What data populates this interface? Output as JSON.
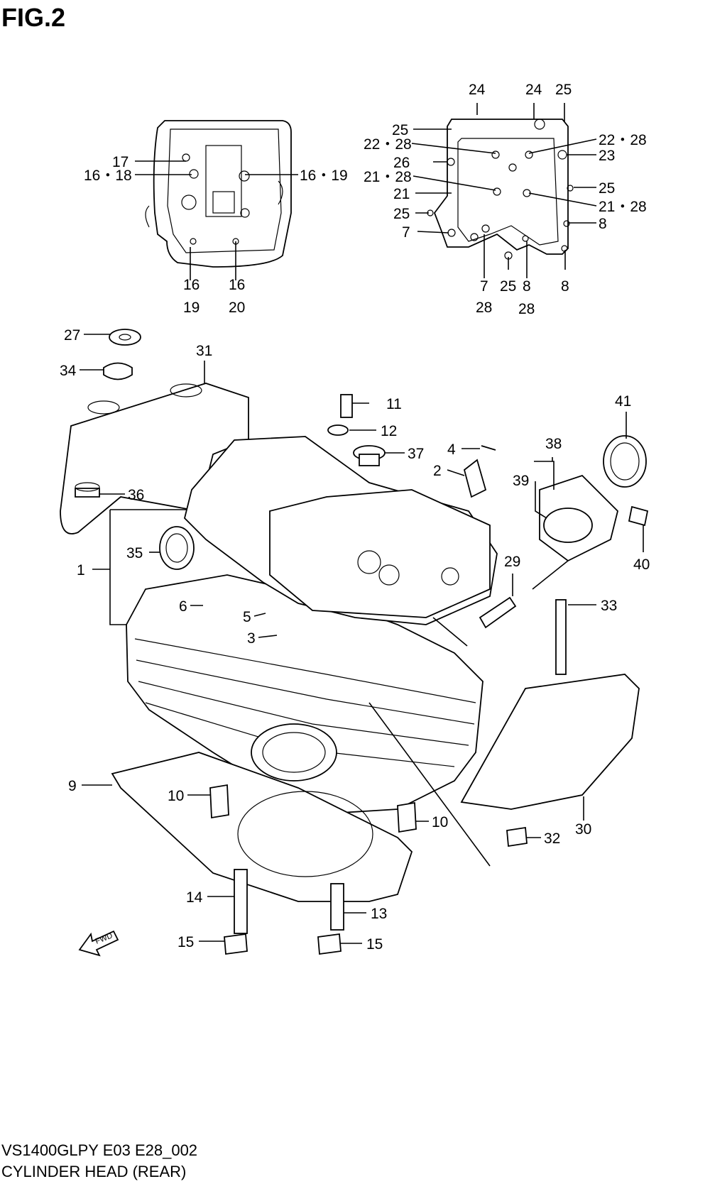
{
  "figure": {
    "title": "FIG.2",
    "model_code": "VS1400GLPY E03 E28_002",
    "section_name": "CYLINDER HEAD (REAR)",
    "fwd_label": "FWD"
  },
  "callouts": [
    {
      "id": "c1",
      "text": "17"
    },
    {
      "id": "c2",
      "text": "16・18"
    },
    {
      "id": "c3",
      "text": "16・19"
    },
    {
      "id": "c4a",
      "text": "16"
    },
    {
      "id": "c4b",
      "text": "19"
    },
    {
      "id": "c5a",
      "text": "16"
    },
    {
      "id": "c5b",
      "text": "20"
    },
    {
      "id": "c6",
      "text": "24"
    },
    {
      "id": "c7",
      "text": "24"
    },
    {
      "id": "c8",
      "text": "25"
    },
    {
      "id": "c9",
      "text": "25"
    },
    {
      "id": "c10",
      "text": "22・28"
    },
    {
      "id": "c11",
      "text": "22・28"
    },
    {
      "id": "c12",
      "text": "26"
    },
    {
      "id": "c13",
      "text": "23"
    },
    {
      "id": "c14",
      "text": "21・28"
    },
    {
      "id": "c15",
      "text": "21"
    },
    {
      "id": "c16",
      "text": "25"
    },
    {
      "id": "c17",
      "text": "21・28"
    },
    {
      "id": "c18",
      "text": "25"
    },
    {
      "id": "c19",
      "text": "7"
    },
    {
      "id": "c20",
      "text": "8"
    },
    {
      "id": "c21a",
      "text": "7"
    },
    {
      "id": "c21b",
      "text": "28"
    },
    {
      "id": "c22",
      "text": "25"
    },
    {
      "id": "c23a",
      "text": "8"
    },
    {
      "id": "c23b",
      "text": "28"
    },
    {
      "id": "c24",
      "text": "8"
    },
    {
      "id": "c25",
      "text": "27"
    },
    {
      "id": "c26",
      "text": "31"
    },
    {
      "id": "c27",
      "text": "34"
    },
    {
      "id": "c28",
      "text": "11"
    },
    {
      "id": "c29",
      "text": "12"
    },
    {
      "id": "c30",
      "text": "37"
    },
    {
      "id": "c31",
      "text": "4"
    },
    {
      "id": "c32",
      "text": "2"
    },
    {
      "id": "c33",
      "text": "41"
    },
    {
      "id": "c34",
      "text": "38"
    },
    {
      "id": "c35",
      "text": "39"
    },
    {
      "id": "c36",
      "text": "36"
    },
    {
      "id": "c37",
      "text": "35"
    },
    {
      "id": "c38",
      "text": "1"
    },
    {
      "id": "c39",
      "text": "40"
    },
    {
      "id": "c40",
      "text": "29"
    },
    {
      "id": "c41",
      "text": "6"
    },
    {
      "id": "c42",
      "text": "5"
    },
    {
      "id": "c43",
      "text": "33"
    },
    {
      "id": "c44",
      "text": "3"
    },
    {
      "id": "c45",
      "text": "9"
    },
    {
      "id": "c46",
      "text": "10"
    },
    {
      "id": "c47",
      "text": "10"
    },
    {
      "id": "c48",
      "text": "32"
    },
    {
      "id": "c49",
      "text": "30"
    },
    {
      "id": "c50",
      "text": "14"
    },
    {
      "id": "c51",
      "text": "13"
    },
    {
      "id": "c52",
      "text": "15"
    },
    {
      "id": "c53",
      "text": "15"
    }
  ]
}
